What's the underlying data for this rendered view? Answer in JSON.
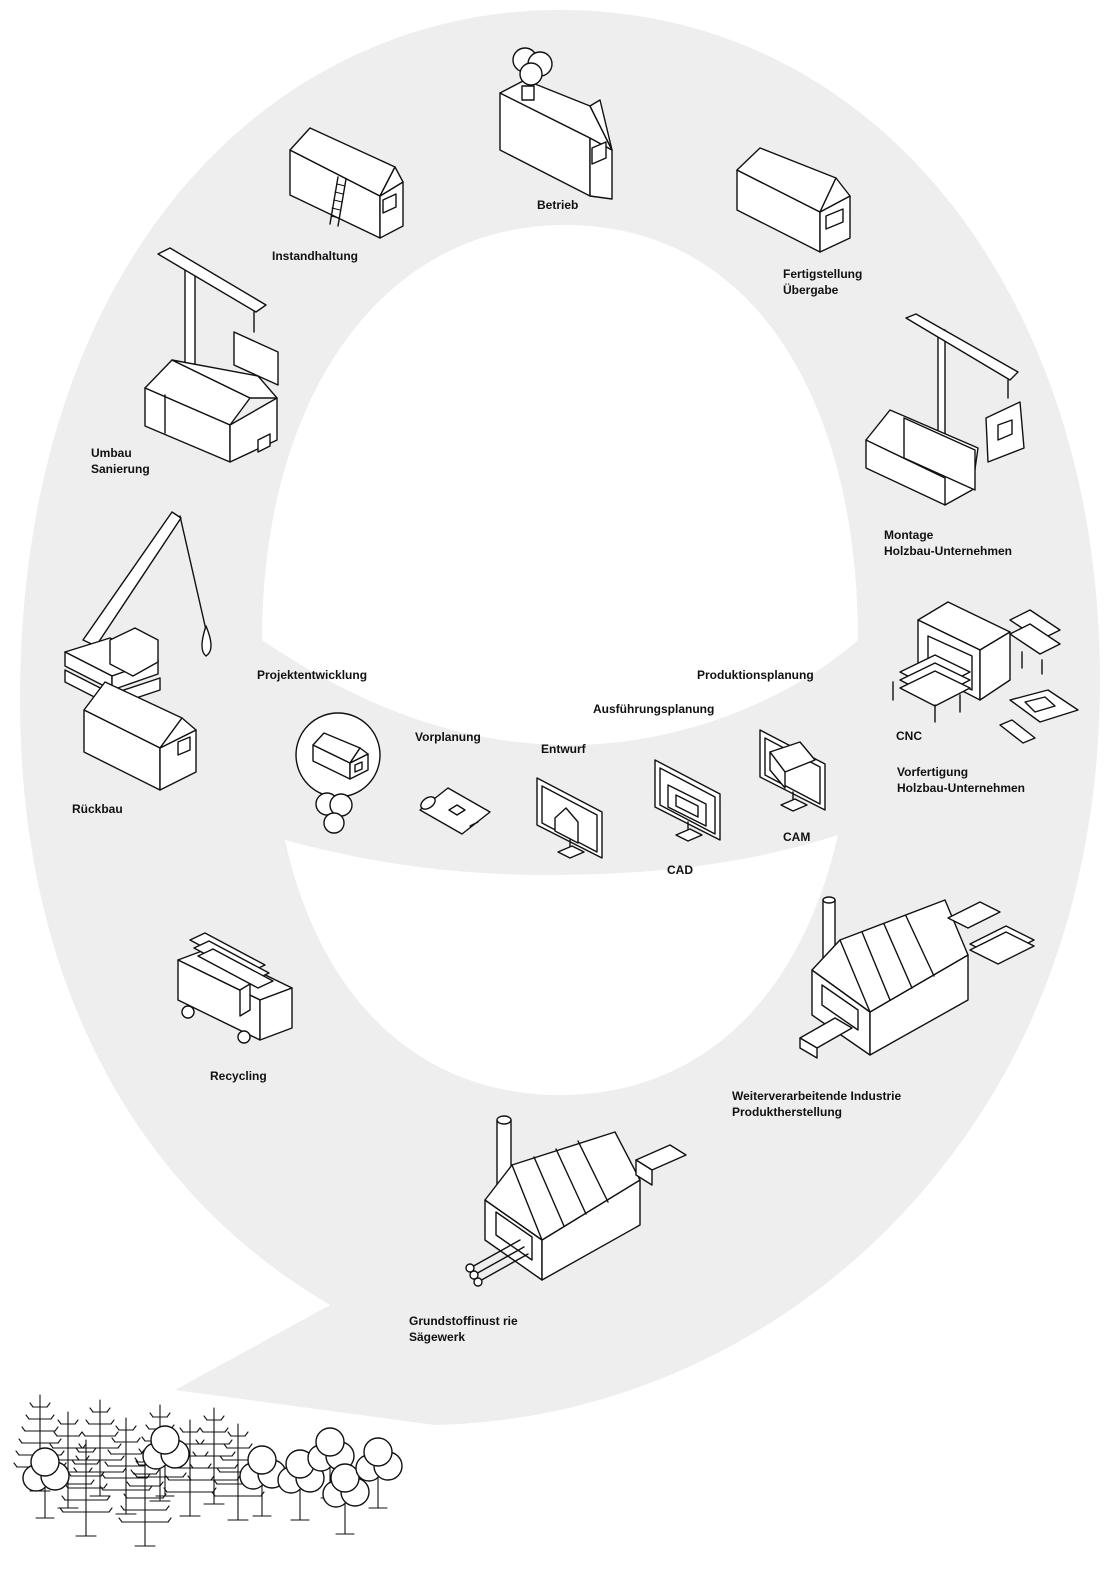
{
  "colors": {
    "loop": "#eeeeee",
    "ink": "#111111",
    "background": "#ffffff"
  },
  "stages": {
    "betrieb": "Betrieb",
    "instandhaltung": "Instandhaltung",
    "fertigstellung": [
      "Fertigstellung",
      "Übergabe"
    ],
    "umbau": [
      "Umbau",
      "Sanierung"
    ],
    "montage": [
      "Montage",
      "Holzbau-Unternehmen"
    ],
    "projektentwicklung": "Projektentwicklung",
    "produktionsplanung": "Produktionsplanung",
    "cnc": "CNC",
    "ausfuehrungsplanung": "Ausführungsplanung",
    "vorplanung": "Vorplanung",
    "entwurf": "Entwurf",
    "vorfertigung": [
      "Vorfertigung",
      "Holzbau-Unternehmen"
    ],
    "rueckbau": "Rückbau",
    "cam": "CAM",
    "cad": "CAD",
    "recycling": "Recycling",
    "weiterverarbeitende": [
      "Weiterverarbeitende Industrie",
      "Produktherstellung"
    ],
    "grundstoff": [
      "Grundstoffinust rie",
      "Sägewerk"
    ]
  },
  "icons": [
    "house-smoke-icon",
    "house-ladder-icon",
    "house-icon",
    "crane-house-icon",
    "crane-walls-icon",
    "cnc-machine-icon",
    "demolition-crane-icon",
    "idea-house-icon",
    "plan-roll-icon",
    "monitor-house-icon",
    "monitor-cad-icon",
    "monitor-cam-icon",
    "recycling-machine-icon",
    "factory-icon",
    "sawmill-icon",
    "forest-icon"
  ]
}
